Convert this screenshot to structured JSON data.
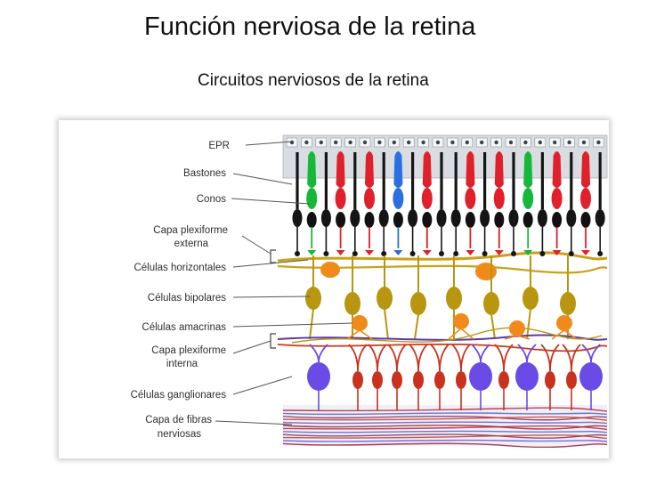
{
  "title": "Función nerviosa de la retina",
  "subtitle": "Circuitos nerviosos de la retina",
  "labels": {
    "epr": "EPR",
    "bastones": "Bastones",
    "conos": "Conos",
    "plex_ext_1": "Capa plexiforme",
    "plex_ext_2": "externa",
    "horizontales": "Células horizontales",
    "bipolares": "Células bipolares",
    "amacrinas": "Células amacrinas",
    "plex_int_1": "Capa plexiforme",
    "plex_int_2": "interna",
    "ganglionares": "Células ganglionares",
    "fibras_1": "Capa de fibras",
    "fibras_2": "nerviosas"
  },
  "colors": {
    "rod": "#151515",
    "cone_red": "#e0202a",
    "cone_green": "#16b83a",
    "cone_blue": "#2b6fe0",
    "bipolar": "#b89610",
    "horizontal": "#c8a21a",
    "amacrine": "#f08a1a",
    "ganglion_red": "#c8321e",
    "ganglion_purple": "#6a4be6",
    "epr": "#d9dde2"
  },
  "photoreceptors": [
    "rod",
    "green",
    "rod",
    "red",
    "rod",
    "red",
    "rod",
    "blue",
    "rod",
    "red",
    "rod",
    "rod",
    "red",
    "rod",
    "red",
    "rod",
    "green",
    "rod",
    "red",
    "rod",
    "red",
    "rod",
    "rod"
  ]
}
